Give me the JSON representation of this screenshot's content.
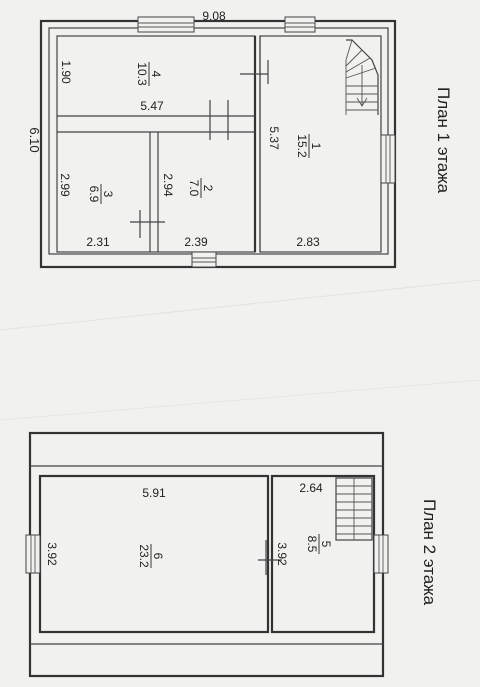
{
  "floor1": {
    "title": "План 1 этажа",
    "dims": {
      "width_total": "9.08",
      "depth_total": "6.10",
      "room4_depth": "1.90",
      "room4_width": "5.47",
      "room1_depth": "5.37",
      "room3_depth": "2.99",
      "room2_depth": "2.94",
      "room3_width": "2.31",
      "room2_width": "2.39",
      "room1_width": "2.83"
    },
    "rooms": [
      {
        "num": "4",
        "area": "10.3"
      },
      {
        "num": "1",
        "area": "15.2"
      },
      {
        "num": "3",
        "area": "6.9"
      },
      {
        "num": "2",
        "area": "7.0"
      }
    ]
  },
  "floor2": {
    "title": "План 2 этажа",
    "dims": {
      "room6_width": "5.91",
      "room6_depth": "3.92",
      "room5_width": "2.64",
      "room5_depth": "3.92"
    },
    "rooms": [
      {
        "num": "6",
        "area": "23.2"
      },
      {
        "num": "5",
        "area": "8.5"
      }
    ]
  }
}
